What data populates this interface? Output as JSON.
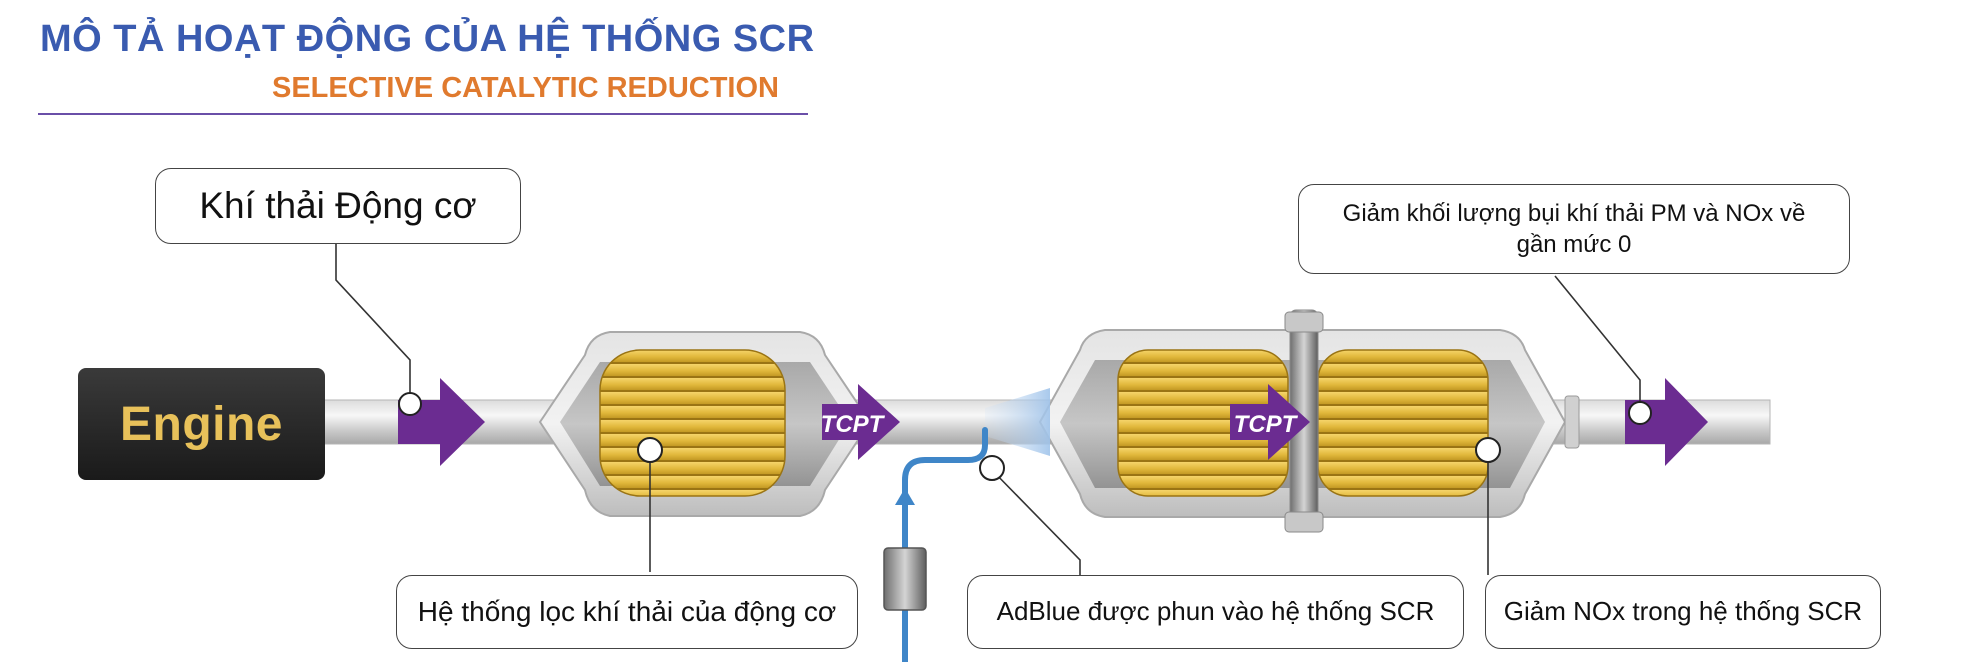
{
  "header": {
    "title": "MÔ TẢ HOẠT ĐỘNG CỦA HỆ THỐNG SCR",
    "subtitle": "SELECTIVE CATALYTIC REDUCTION"
  },
  "engine": {
    "label": "Engine"
  },
  "logos": {
    "text": "TCPT"
  },
  "callouts": {
    "exhaust_in": "Khí thải Động cơ",
    "output": "Giảm khối lượng bụi khí thải PM và NOx về gần mức 0",
    "filter": "Hệ thống lọc khí thải của động cơ",
    "adblue": "AdBlue được phun vào hệ thống SCR",
    "nox": "Giảm NOx trong hệ thống SCR"
  },
  "colors": {
    "title": "#3a5bb0",
    "subtitle": "#e07a2e",
    "rule": "#6a4fa8",
    "arrow": "#6b2c91",
    "catalyst": "#e0b73a",
    "engine_text": "#e8c15a",
    "adblue_line": "#3f86c8"
  }
}
